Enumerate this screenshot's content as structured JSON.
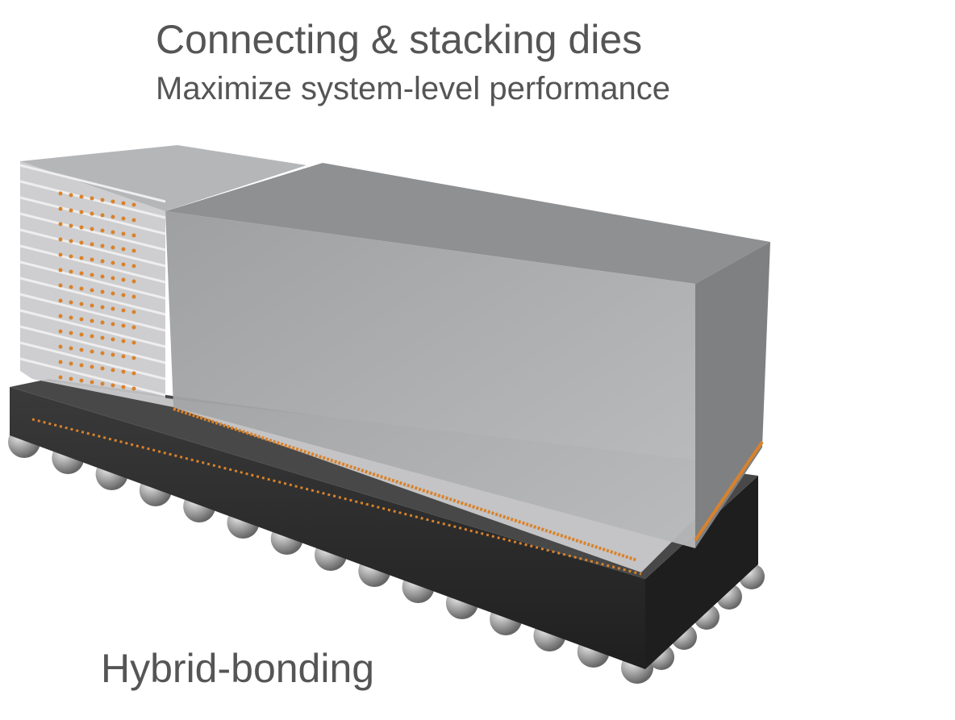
{
  "title": "Connecting & stacking dies",
  "subtitle": "Maximize system-level performance",
  "label": "Hybrid-bonding",
  "colors": {
    "text": "#555555",
    "bond": "#d9822b",
    "substrate": "#2e2e2e",
    "die": "#a9aaac"
  },
  "stack_layer_count": 13
}
